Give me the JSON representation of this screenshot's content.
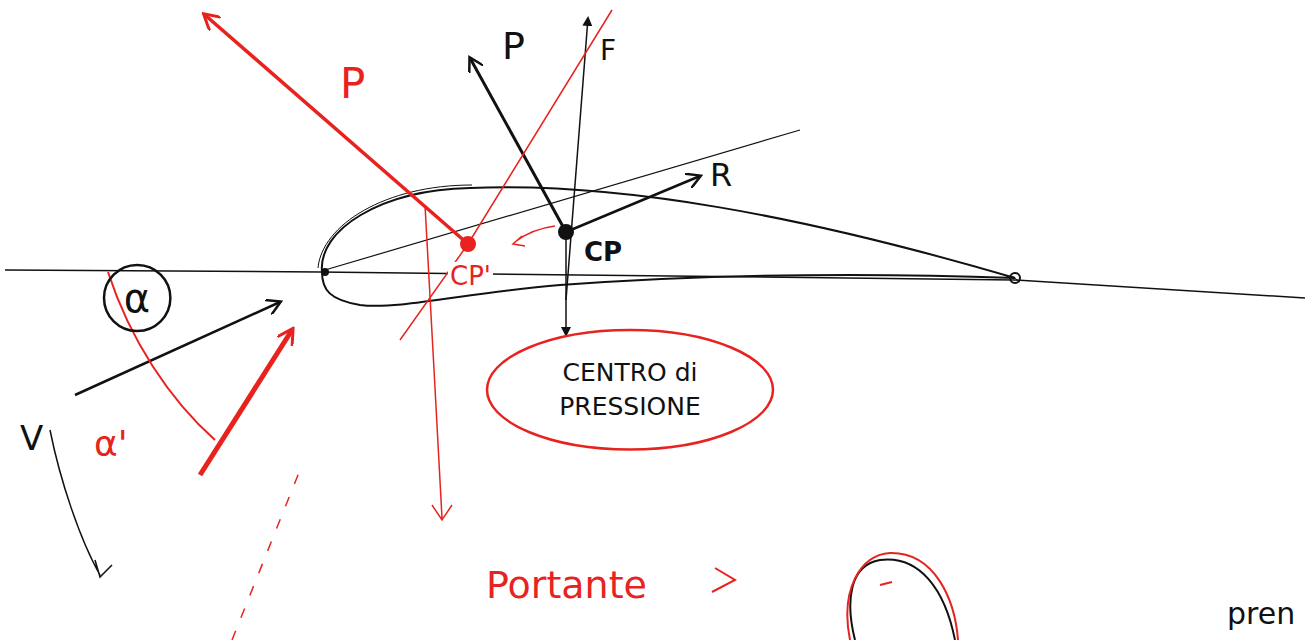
{
  "diagram": {
    "nodes": [
      {
        "text": [
          "α"
        ]
      },
      {
        "text": [
          "CENTRO di PRESSIONE"
        ]
      }
    ],
    "labels": [
      "P",
      "P",
      "F",
      "R",
      "CP",
      "CP'",
      "V",
      "α'",
      "Portante",
      "pren"
    ]
  }
}
